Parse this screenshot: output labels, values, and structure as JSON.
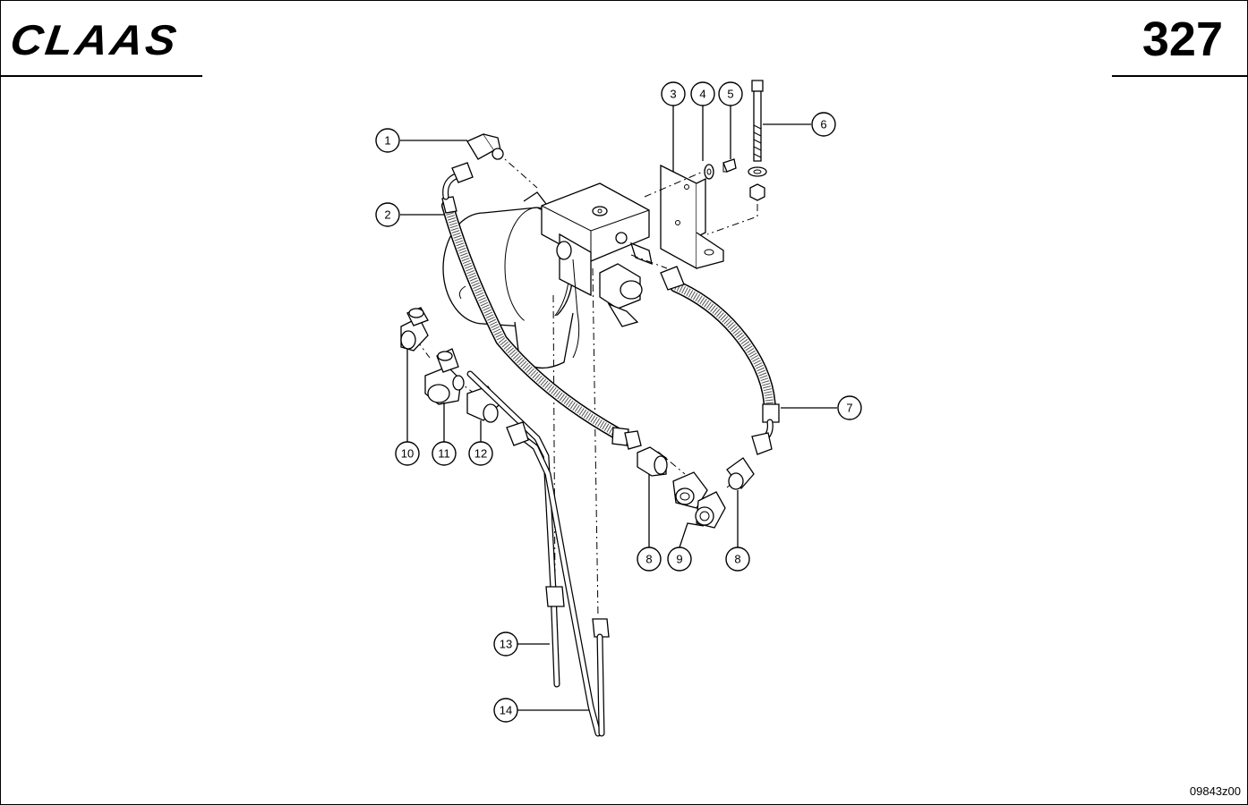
{
  "header": {
    "brand": "CLAAS",
    "page_number": "327"
  },
  "footer": {
    "drawing_id": "09843z00"
  },
  "callouts": [
    "1",
    "2",
    "3",
    "4",
    "5",
    "6",
    "7",
    "8",
    "9",
    "10",
    "11",
    "12",
    "13",
    "14"
  ],
  "callout_8b": "8"
}
